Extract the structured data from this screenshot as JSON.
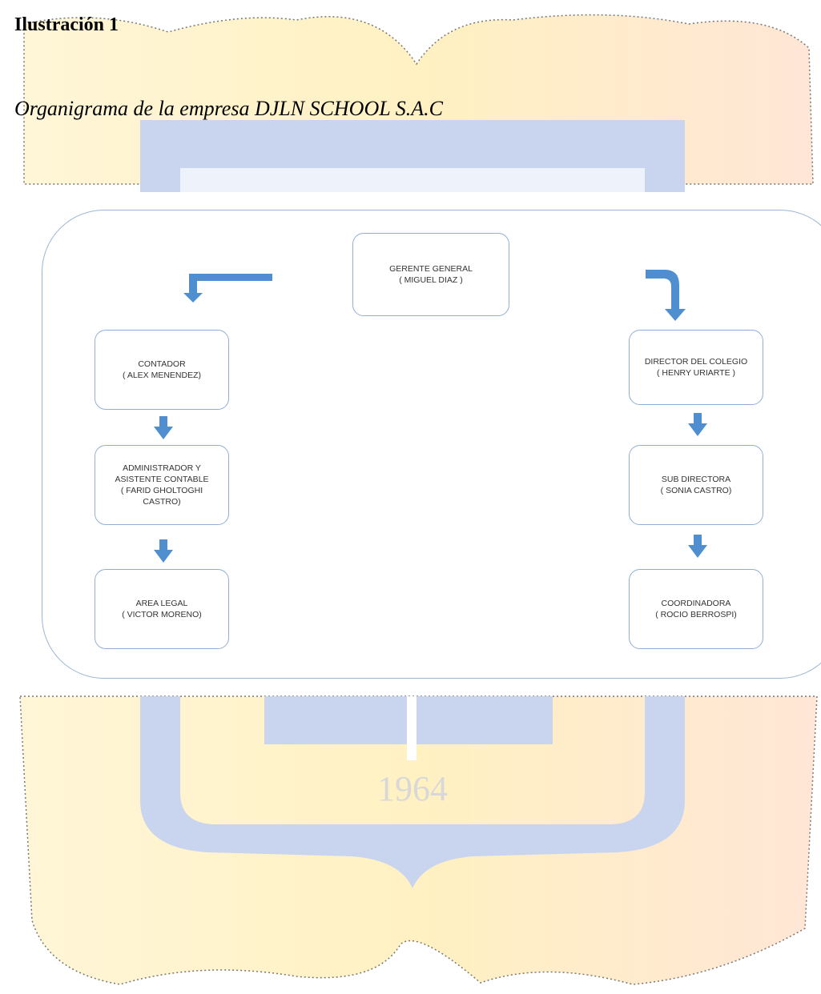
{
  "figure": {
    "label": "Ilustración 1",
    "caption": "Organigrama de la empresa DJLN SCHOOL S.A.C"
  },
  "watermark": {
    "year_text": "1964"
  },
  "colors": {
    "node_border": "#8fb0d2",
    "arrow": "#4f8fd0",
    "panel_border": "#9ab5d3"
  },
  "org_chart": {
    "root": {
      "title": "GERENTE GENERAL",
      "person": "( MIGUEL DIAZ )"
    },
    "left_branch": [
      {
        "title": "CONTADOR",
        "person": "( ALEX MENENDEZ)"
      },
      {
        "title": "ADMINISTRADOR Y\nASISTENTE CONTABLE",
        "person": "( FARID GHOLTOGHI\nCASTRO)"
      },
      {
        "title": "AREA LEGAL",
        "person": "( VICTOR MORENO)"
      }
    ],
    "right_branch": [
      {
        "title": "DIRECTOR DEL COLEGIO",
        "person": "( HENRY URIARTE )"
      },
      {
        "title": "SUB DIRECTORA",
        "person": "( SONIA CASTRO)"
      },
      {
        "title": "COORDINADORA",
        "person": "( ROCIO BERROSPI)"
      }
    ]
  }
}
